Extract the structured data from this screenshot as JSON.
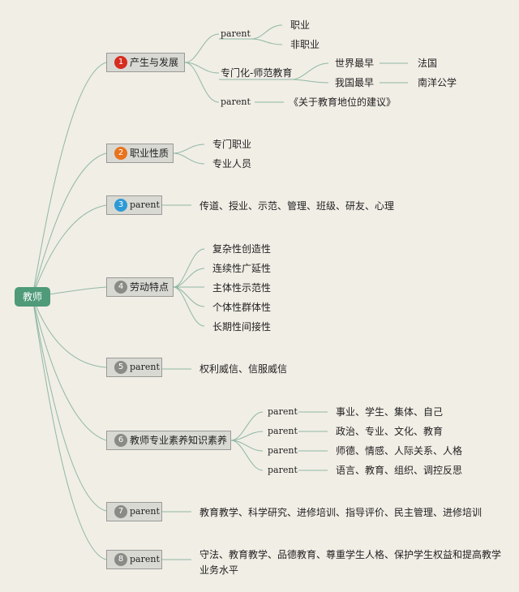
{
  "root": {
    "label": "教师"
  },
  "colors": {
    "root": "#4e9a79",
    "line": "#8fb8a4",
    "n1": "#d62d20",
    "n2": "#e8731d",
    "n3": "#2d9ad6",
    "grey": "#8a8a86"
  },
  "branches": [
    {
      "num": "1",
      "label": "产生与发展",
      "children": [
        {
          "label": "parent",
          "children": [
            {
              "label": "职业"
            },
            {
              "label": "非职业"
            }
          ]
        },
        {
          "label": "专门化-师范教育",
          "children": [
            {
              "label": "世界最早",
              "children": [
                {
                  "label": "法国"
                }
              ]
            },
            {
              "label": "我国最早",
              "children": [
                {
                  "label": "南洋公学"
                }
              ]
            }
          ]
        },
        {
          "label": "parent",
          "children": [
            {
              "label": "《关于教育地位的建议》"
            }
          ]
        }
      ]
    },
    {
      "num": "2",
      "label": "职业性质",
      "children": [
        {
          "label": "专门职业"
        },
        {
          "label": "专业人员"
        }
      ]
    },
    {
      "num": "3",
      "label": "parent",
      "children": [
        {
          "label": "传道、授业、示范、管理、班级、研友、心理"
        }
      ]
    },
    {
      "num": "4",
      "label": "劳动特点",
      "children": [
        {
          "label": "复杂性创造性"
        },
        {
          "label": "连续性广延性"
        },
        {
          "label": "主体性示范性"
        },
        {
          "label": "个体性群体性"
        },
        {
          "label": "长期性间接性"
        }
      ]
    },
    {
      "num": "5",
      "label": "parent",
      "children": [
        {
          "label": "权利威信、信服威信"
        }
      ]
    },
    {
      "num": "6",
      "label": "教师专业素养知识素养",
      "children": [
        {
          "label": "parent",
          "children": [
            {
              "label": "事业、学生、集体、自己"
            }
          ]
        },
        {
          "label": "parent",
          "children": [
            {
              "label": "政治、专业、文化、教育"
            }
          ]
        },
        {
          "label": "parent",
          "children": [
            {
              "label": "师德、情感、人际关系、人格"
            }
          ]
        },
        {
          "label": "parent",
          "children": [
            {
              "label": "语言、教育、组织、调控反思"
            }
          ]
        }
      ]
    },
    {
      "num": "7",
      "label": "parent",
      "children": [
        {
          "label": "教育教学、科学研究、进修培训、指导评价、民主管理、进修培训"
        }
      ]
    },
    {
      "num": "8",
      "label": "parent",
      "children": [
        {
          "label": "守法、教育教学、品德教育、尊重学生人格、保护学生权益和提高教学"
        },
        {
          "label": "业务水平"
        }
      ]
    }
  ]
}
